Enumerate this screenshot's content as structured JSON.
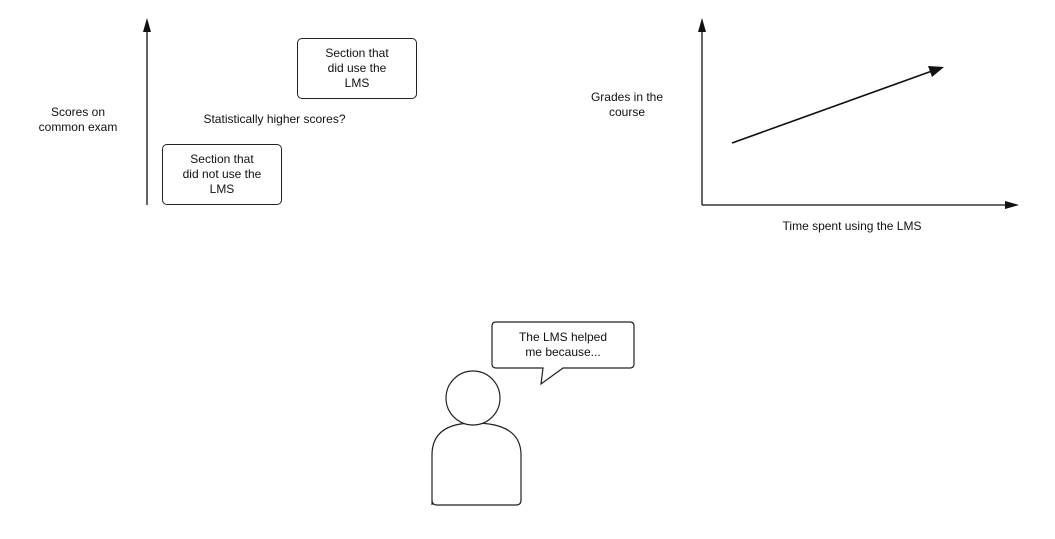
{
  "diagram_left": {
    "y_axis_label": "Scores on\ncommon exam",
    "box_no_lms": "Section that\ndid not use the\nLMS",
    "box_lms": "Section that\ndid  use the\nLMS",
    "question": "Statistically higher scores?"
  },
  "diagram_right": {
    "y_axis_label": "Grades in the\ncourse",
    "x_axis_label": "Time spent using the LMS"
  },
  "diagram_bottom": {
    "speech": "The LMS helped\nme because..."
  }
}
